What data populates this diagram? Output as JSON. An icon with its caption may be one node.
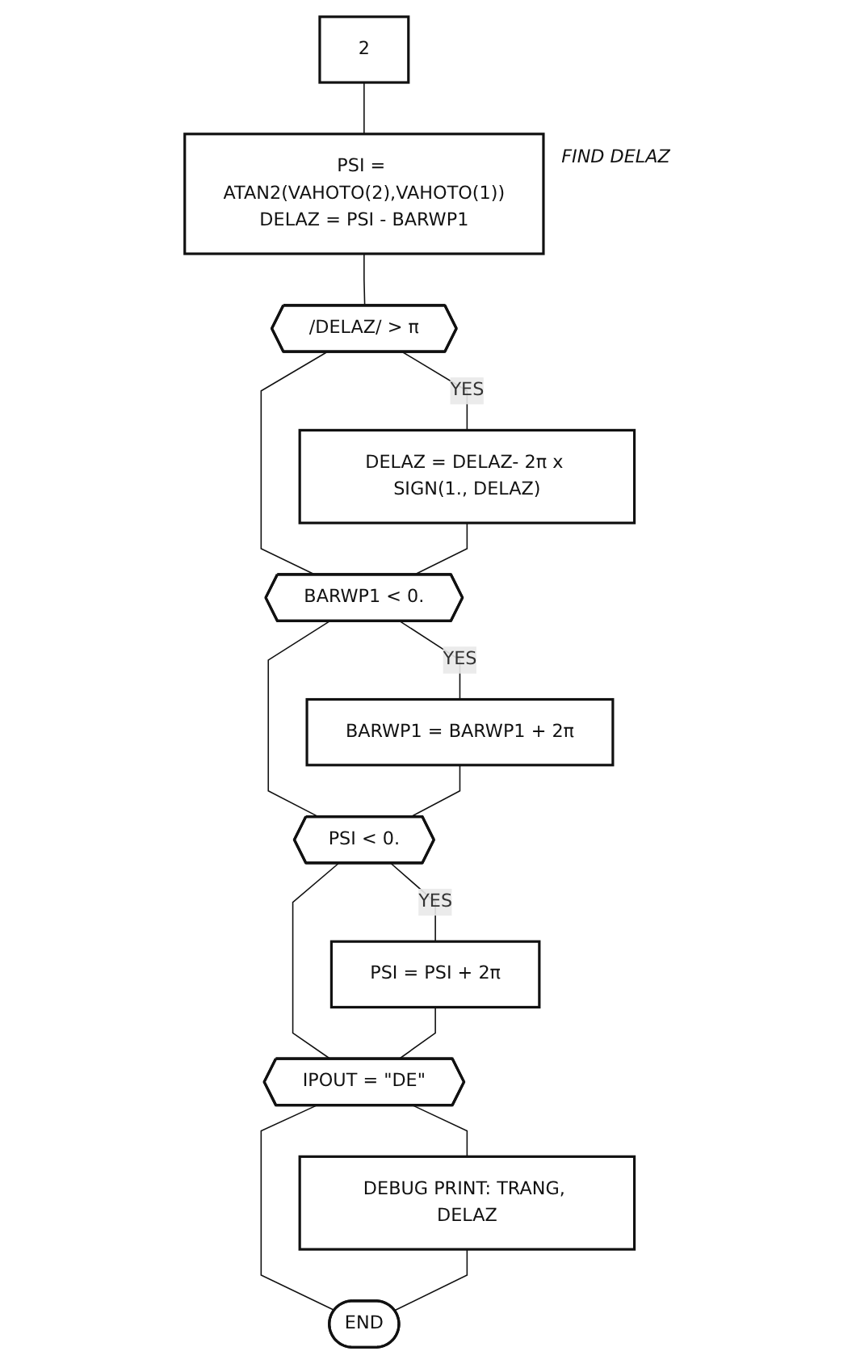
{
  "diagram": {
    "nodes": [
      {
        "text": [
          "2"
        ]
      },
      {
        "text": [
          "PSI = ATAN2(VAHOTO(2),VAHOTO(1))",
          "DELAZ = PSI - BARWP1"
        ],
        "beside": [
          "FIND DELAZ"
        ]
      },
      {
        "text": [
          "/DELAZ/ > π"
        ]
      },
      {
        "text": [
          "DELAZ = DELAZ- 2π x SIGN(1., DELAZ)"
        ]
      },
      {
        "text": [
          "BARWP1 < 0."
        ]
      },
      {
        "text": [
          "BARWP1 = BARWP1 + 2π"
        ]
      },
      {
        "text": [
          "PSI < 0."
        ]
      },
      {
        "text": [
          "PSI = PSI + 2π"
        ]
      },
      {
        "text": [
          "IPOUT = \"DE\""
        ]
      },
      {
        "text": [
          "DEBUG PRINT: TRANG, DELAZ"
        ]
      },
      {
        "text": [
          "END"
        ]
      }
    ],
    "edges": [
      {
        "from": 0,
        "to": 1,
        "arrow": "none"
      },
      {
        "from": 1,
        "to": 2,
        "arrow": "none"
      },
      {
        "from": 2,
        "to": 3,
        "arrow": "none",
        "label": "YES"
      },
      {
        "from": 2,
        "to": 4,
        "arrow": "none"
      },
      {
        "from": 3,
        "to": 4,
        "arrow": "none"
      },
      {
        "from": 4,
        "to": 5,
        "arrow": "none",
        "label": "YES"
      },
      {
        "from": 4,
        "to": 6,
        "arrow": "none"
      },
      {
        "from": 5,
        "to": 6,
        "arrow": "none"
      },
      {
        "from": 6,
        "to": 7,
        "arrow": "none",
        "label": "YES"
      },
      {
        "from": 6,
        "to": 8,
        "arrow": "none"
      },
      {
        "from": 7,
        "to": 8,
        "arrow": "none"
      },
      {
        "from": 8,
        "to": 9,
        "arrow": "none"
      },
      {
        "from": 8,
        "to": 10,
        "arrow": "none"
      },
      {
        "from": 9,
        "to": 10,
        "arrow": "none"
      }
    ]
  }
}
